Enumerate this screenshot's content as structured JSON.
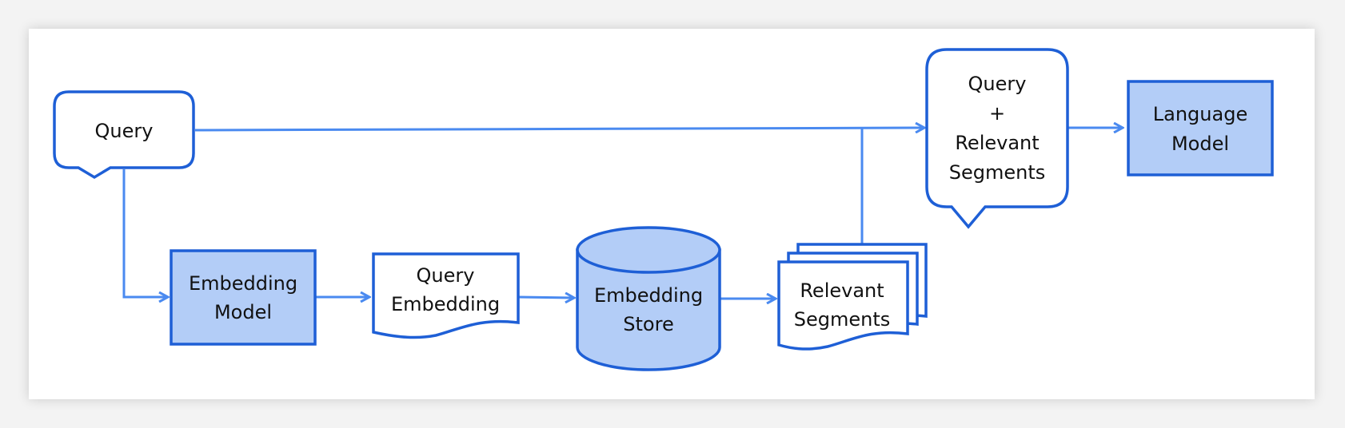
{
  "colors": {
    "stroke": "#1e5fd6",
    "arrow": "#4a8af0",
    "fill_blue": "#b3cdf7",
    "fill_white": "#ffffff",
    "text": "#111111"
  },
  "nodes": {
    "query_callout": {
      "line1": "Query"
    },
    "embedding_model": {
      "line1": "Embedding",
      "line2": "Model"
    },
    "query_embedding": {
      "line1": "Query",
      "line2": "Embedding"
    },
    "embedding_store": {
      "line1": "Embedding",
      "line2": "Store"
    },
    "relevant_segments": {
      "line1": "Relevant",
      "line2": "Segments"
    },
    "query_plus_segments": {
      "line1": "Query",
      "line2": "+",
      "line3": "Relevant",
      "line4": "Segments"
    },
    "language_model": {
      "line1": "Language",
      "line2": "Model"
    }
  }
}
